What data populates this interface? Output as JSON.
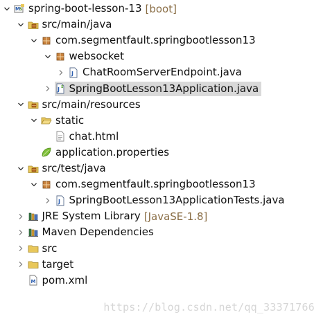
{
  "tree": [
    {
      "id": "project",
      "label": "spring-boot-lesson-13",
      "decoration": "[boot]",
      "icon": "maven-project-icon",
      "depth": 0,
      "expanded": true
    },
    {
      "id": "src-main-java",
      "label": "src/main/java",
      "icon": "source-folder-icon",
      "depth": 1,
      "expanded": true
    },
    {
      "id": "pkg-main",
      "label": "com.segmentfault.springbootlesson13",
      "icon": "package-icon",
      "depth": 2,
      "expanded": true
    },
    {
      "id": "pkg-websocket",
      "label": "websocket",
      "icon": "package-icon",
      "depth": 3,
      "expanded": true
    },
    {
      "id": "file-endpoint",
      "label": "ChatRoomServerEndpoint.java",
      "icon": "java-file-icon",
      "depth": 4,
      "expanded": false
    },
    {
      "id": "file-app",
      "label": "SpringBootLesson13Application.java",
      "icon": "spring-java-file-icon",
      "depth": 3,
      "expanded": false,
      "selected": true
    },
    {
      "id": "src-main-resources",
      "label": "src/main/resources",
      "icon": "source-folder-icon",
      "depth": 1,
      "expanded": true
    },
    {
      "id": "folder-static",
      "label": "static",
      "icon": "folder-open-icon",
      "depth": 2,
      "expanded": true
    },
    {
      "id": "file-chat",
      "label": "chat.html",
      "icon": "html-file-icon",
      "depth": 3,
      "leaf": true
    },
    {
      "id": "file-props",
      "label": "application.properties",
      "icon": "properties-file-icon",
      "depth": 2,
      "leaf": true
    },
    {
      "id": "src-test-java",
      "label": "src/test/java",
      "icon": "source-folder-icon",
      "depth": 1,
      "expanded": true
    },
    {
      "id": "pkg-test",
      "label": "com.segmentfault.springbootlesson13",
      "icon": "package-icon",
      "depth": 2,
      "expanded": true
    },
    {
      "id": "file-tests",
      "label": "SpringBootLesson13ApplicationTests.java",
      "icon": "java-file-icon",
      "depth": 3,
      "expanded": false
    },
    {
      "id": "jre",
      "label": "JRE System Library",
      "decoration": "[JavaSE-1.8]",
      "icon": "library-icon",
      "depth": 1,
      "expanded": false
    },
    {
      "id": "maven-deps",
      "label": "Maven Dependencies",
      "icon": "library-icon",
      "depth": 1,
      "expanded": false
    },
    {
      "id": "folder-src",
      "label": "src",
      "icon": "folder-closed-icon",
      "depth": 1,
      "expanded": false
    },
    {
      "id": "folder-target",
      "label": "target",
      "icon": "folder-closed-icon",
      "depth": 1,
      "expanded": false
    },
    {
      "id": "file-pom",
      "label": "pom.xml",
      "icon": "pom-file-icon",
      "depth": 1,
      "leaf": true
    }
  ],
  "watermark": "https://blog.csdn.net/qq_33371766"
}
